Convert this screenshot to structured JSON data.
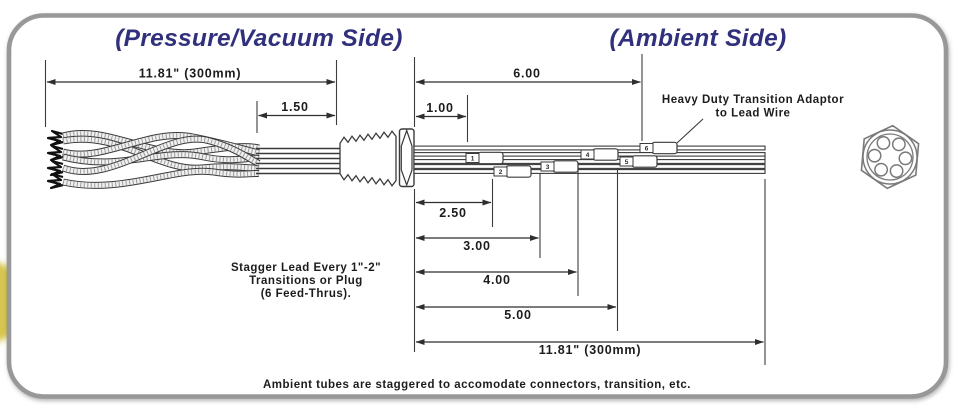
{
  "panel": {
    "pressure_side_label": "(Pressure/Vacuum Side)",
    "ambient_side_label": "(Ambient Side)",
    "caption": "Ambient tubes are staggered to accomodate connectors, transition, etc."
  },
  "dimensions": {
    "pressure_overall": "11.81\" (300mm)",
    "pressure_exposed": "1.50",
    "ambient_first_transition": "1.00",
    "ambient_last_transition": "6.00",
    "transition_2": "2.50",
    "transition_3": "3.00",
    "transition_4": "4.00",
    "transition_5": "5.00",
    "ambient_overall": "11.81\" (300mm)"
  },
  "annotations": {
    "adaptor_label_line1": "Heavy Duty Transition Adaptor",
    "adaptor_label_line2": "to Lead Wire",
    "stagger_note_line1": "Stagger Lead Every 1\"-2\"",
    "stagger_note_line2": "Transitions or Plug",
    "stagger_note_line3": "(6 Feed-Thrus)."
  },
  "tubes": [
    {
      "number": "1"
    },
    {
      "number": "2"
    },
    {
      "number": "3"
    },
    {
      "number": "4"
    },
    {
      "number": "5"
    },
    {
      "number": "6"
    }
  ],
  "colors": {
    "title": "#30307c",
    "panel_border": "#989898",
    "accent_circle": "#d6c64f",
    "line": "#3a3a3a"
  }
}
